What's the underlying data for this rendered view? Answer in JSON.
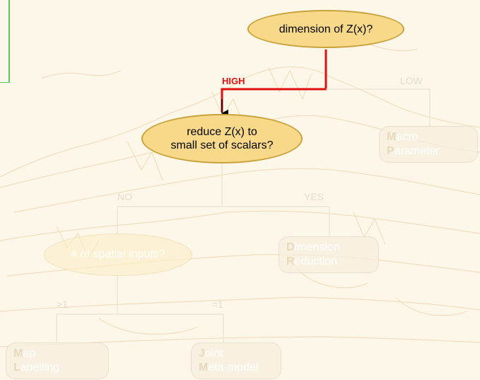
{
  "diagram": {
    "root": {
      "text": "dimension of Z(x)?"
    },
    "edge_high": {
      "label": "HIGH",
      "color": "#e01010"
    },
    "edge_low": {
      "label": "LOW"
    },
    "reduce_question": {
      "line1": "reduce Z(x) to",
      "line2": "small set of scalars?"
    },
    "macro_parameter": {
      "cap1": "M",
      "rest1": "acro",
      "cap2": "P",
      "rest2": "arameter"
    },
    "edge_no": {
      "label": "NO"
    },
    "edge_yes": {
      "label": "YES"
    },
    "spatial_inputs": {
      "text": "# of spatial inputs?"
    },
    "dimension_reduction": {
      "cap1": "D",
      "rest1": "imension",
      "cap2": "R",
      "rest2": "eduction"
    },
    "edge_gt1": {
      "label": ">1"
    },
    "edge_eq1": {
      "label": "=1"
    },
    "map_labelling": {
      "cap1": "M",
      "rest1": "ap",
      "cap2": "L",
      "rest2": "abelling"
    },
    "joint_metamodel": {
      "cap1": "J",
      "rest1": "oint",
      "cap2": "M",
      "rest2": "eta-model"
    }
  },
  "colors": {
    "node_fill": "#f8d98a",
    "node_border": "#c9a23b",
    "highlight_path": "#e01010",
    "accent_border": "#5bc95b",
    "background": "#fdf7ea"
  }
}
